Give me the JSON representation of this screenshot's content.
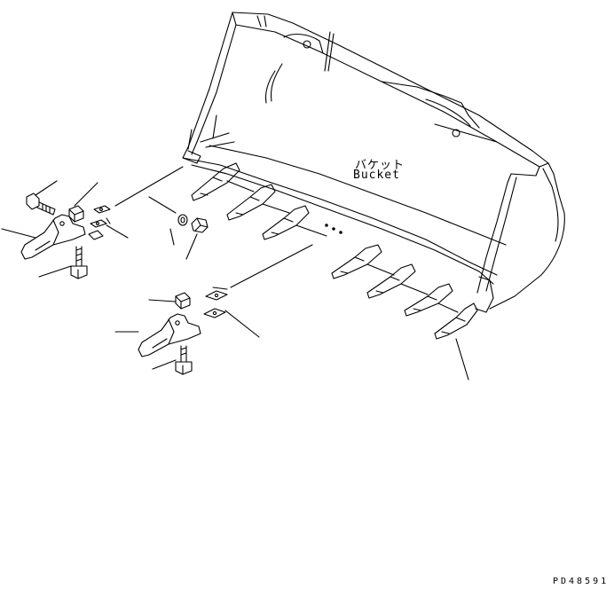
{
  "labels": {
    "bucket_jp": "バケット",
    "bucket_en": "Bucket",
    "drawing_code": "PD48591"
  },
  "colors": {
    "line": "#000000",
    "background": "#ffffff"
  }
}
